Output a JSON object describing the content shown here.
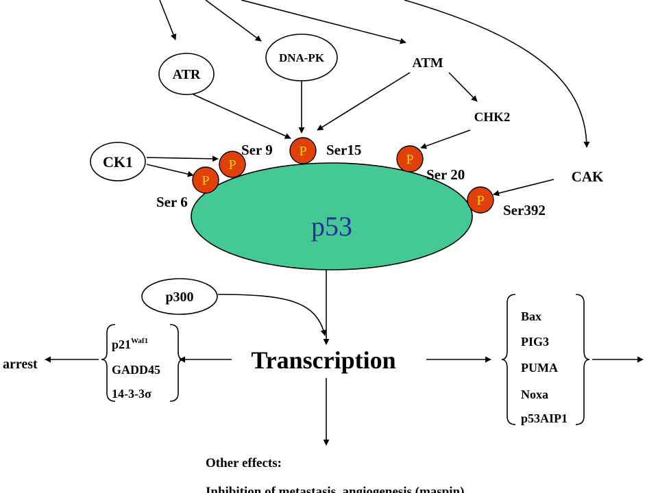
{
  "nodes": {
    "atr": "ATR",
    "dnapk": "DNA-PK",
    "atm": "ATM",
    "chk2": "CHK2",
    "ck1": "CK1",
    "cak": "CAK",
    "p300": "p300",
    "p53": "p53",
    "transcription": "Transcription"
  },
  "phospho_marker": "P",
  "sites": {
    "ser6": "Ser 6",
    "ser9": "Ser 9",
    "ser15": "Ser15",
    "ser20": "Ser 20",
    "ser392": "Ser392"
  },
  "left_targets": {
    "p21": "p21",
    "p21_sup": "Waf1",
    "gadd45": "GADD45",
    "g1433": "14-3-3σ"
  },
  "right_targets": [
    "Bax",
    "PIG3",
    "PUMA",
    "Noxa",
    "p53AIP1"
  ],
  "outcomes": {
    "left": "arrest",
    "other_title": "Other effects:",
    "other_line1": "Inhibition of metastasis, angiogenesis (maspin)"
  },
  "colors": {
    "p53_fill": "#45c994",
    "phospho_fill": "#e0400a",
    "phospho_text": "#ffd400",
    "p53_text": "#2b2b9e"
  }
}
